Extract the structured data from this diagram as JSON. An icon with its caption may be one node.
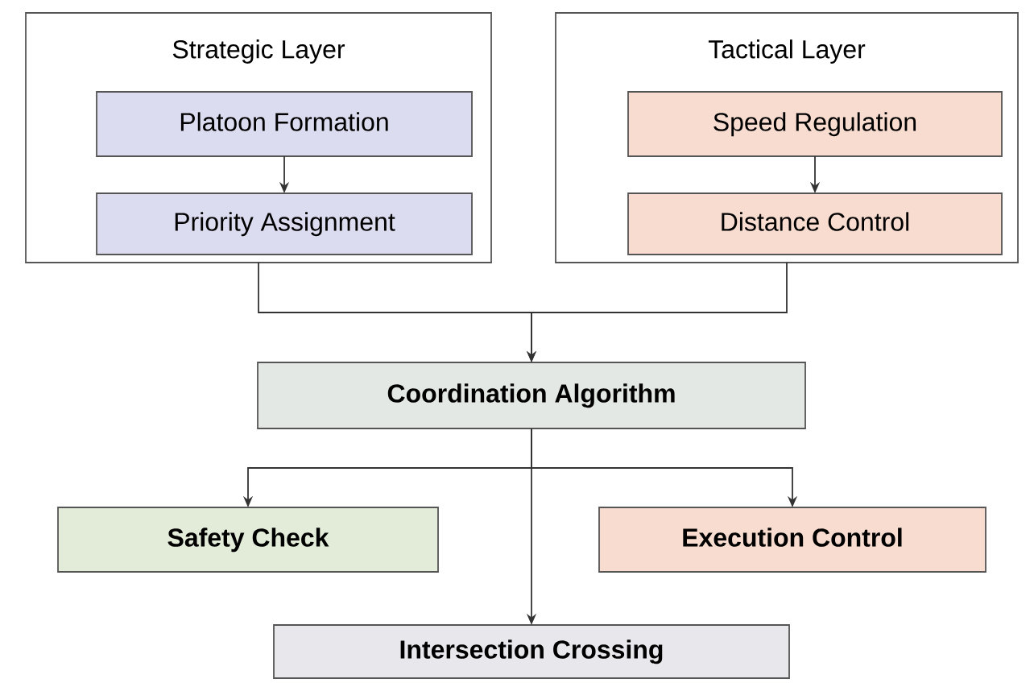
{
  "diagram": {
    "nodes": [
      {
        "text": [
          "Strategic Layer"
        ]
      },
      {
        "text": [
          "Platoon Formation"
        ],
        "in": 0
      },
      {
        "text": [
          "Priority Assignment"
        ],
        "in": 0
      },
      {
        "text": [
          "Tactical Layer"
        ]
      },
      {
        "text": [
          "Speed Regulation"
        ],
        "in": 3
      },
      {
        "text": [
          "Distance Control"
        ],
        "in": 3
      },
      {
        "text": [
          "Coordination Algorithm"
        ]
      },
      {
        "text": [
          "Safety Check"
        ]
      },
      {
        "text": [
          "Execution Control"
        ]
      },
      {
        "text": [
          "Intersection Crossing"
        ]
      }
    ],
    "edges": [
      {
        "from": 1,
        "to": 2,
        "arrow": "to"
      },
      {
        "from": 4,
        "to": 5,
        "arrow": "to"
      },
      {
        "from": 0,
        "to": 6,
        "arrow": "to"
      },
      {
        "from": 3,
        "to": 6,
        "arrow": "to"
      },
      {
        "from": 6,
        "to": 7,
        "arrow": "to"
      },
      {
        "from": 6,
        "to": 8,
        "arrow": "to"
      },
      {
        "from": 6,
        "to": 9,
        "arrow": "to"
      }
    ]
  }
}
